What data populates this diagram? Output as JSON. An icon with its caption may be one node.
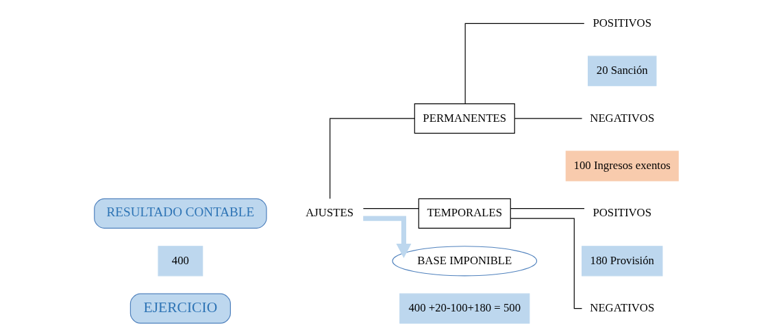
{
  "diagram": {
    "nodes": [
      {
        "text": [
          "EJERCICIO"
        ]
      },
      {
        "text": [
          "RESULTADO CONTABLE"
        ]
      },
      {
        "text": [
          "400"
        ]
      },
      {
        "text": [
          "AJUSTES"
        ]
      },
      {
        "text": [
          "PERMANENTES"
        ]
      },
      {
        "text": [
          "TEMPORALES"
        ]
      },
      {
        "text": [
          "POSITIVOS"
        ]
      },
      {
        "text": [
          "20 Sanción"
        ]
      },
      {
        "text": [
          "NEGATIVOS"
        ]
      },
      {
        "text": [
          "100 Ingresos exentos"
        ]
      },
      {
        "text": [
          "POSITIVOS"
        ]
      },
      {
        "text": [
          "180 Provisión"
        ]
      },
      {
        "text": [
          "NEGATIVOS"
        ]
      },
      {
        "text": [
          "BASE IMPONIBLE"
        ]
      },
      {
        "text": [
          "400 +20-100+180 = 500"
        ]
      }
    ],
    "edges": [
      {
        "from": 3,
        "to": 4,
        "arrow": "none"
      },
      {
        "from": 3,
        "to": 5,
        "arrow": "none"
      },
      {
        "from": 4,
        "to": 6,
        "arrow": "none"
      },
      {
        "from": 4,
        "to": 8,
        "arrow": "none"
      },
      {
        "from": 5,
        "to": 10,
        "arrow": "none"
      },
      {
        "from": 5,
        "to": 12,
        "arrow": "none"
      },
      {
        "from": 3,
        "to": 13,
        "arrow": "to",
        "style": "thick",
        "color": "#bdd7ee"
      }
    ]
  }
}
